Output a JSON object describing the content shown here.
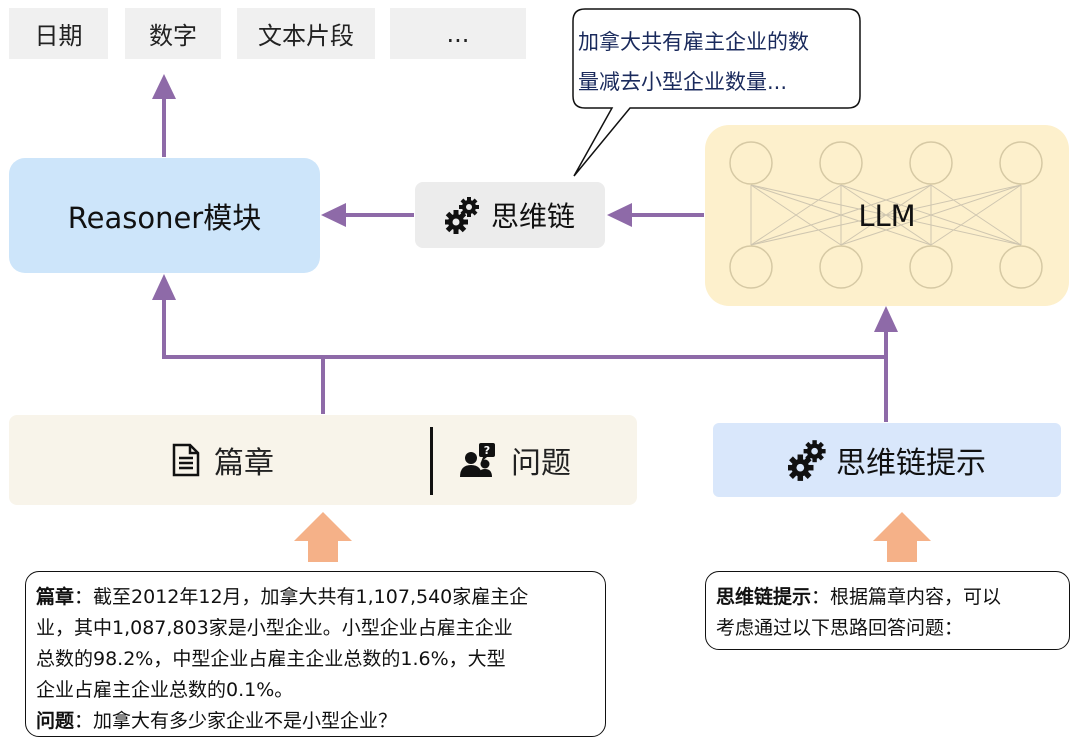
{
  "output_types": [
    "日期",
    "数字",
    "文本片段",
    "..."
  ],
  "bubble": {
    "line1": "加拿大共有雇主企业的数",
    "line2": "量减去小型企业数量..."
  },
  "reasoner": {
    "label": "Reasoner模块"
  },
  "cot": {
    "label": "思维链"
  },
  "llm": {
    "label": "LLM"
  },
  "inputs": {
    "passage_label": "篇章",
    "question_label": "问题"
  },
  "cot_prompt": {
    "label": "思维链提示"
  },
  "passage_box": {
    "passage_key": "篇章",
    "passage_text_1": "：截至2012年12月，加拿大共有1,107,540家雇主企",
    "passage_text_2": "业，其中1,087,803家是小型企业。小型企业占雇主企业",
    "passage_text_3": "总数的98.2%，中型企业占雇主企业总数的1.6%，大型",
    "passage_text_4": "企业占雇主企业总数的0.1%。",
    "question_key": "问题",
    "question_text": "：加拿大有多少家企业不是小型企业？"
  },
  "prompt_box": {
    "key": "思维链提示",
    "text_1": "：根据篇章内容，可以",
    "text_2": "考虑通过以下思路回答问题："
  },
  "colors": {
    "arrow": "#8e6aa8",
    "orange_arrow": "#f5b188",
    "reasoner_bg": "#cde5fa",
    "llm_bg": "#fdf0cc",
    "input_bg": "#f8f4ea",
    "prompt_bg": "#d9e7fb"
  }
}
